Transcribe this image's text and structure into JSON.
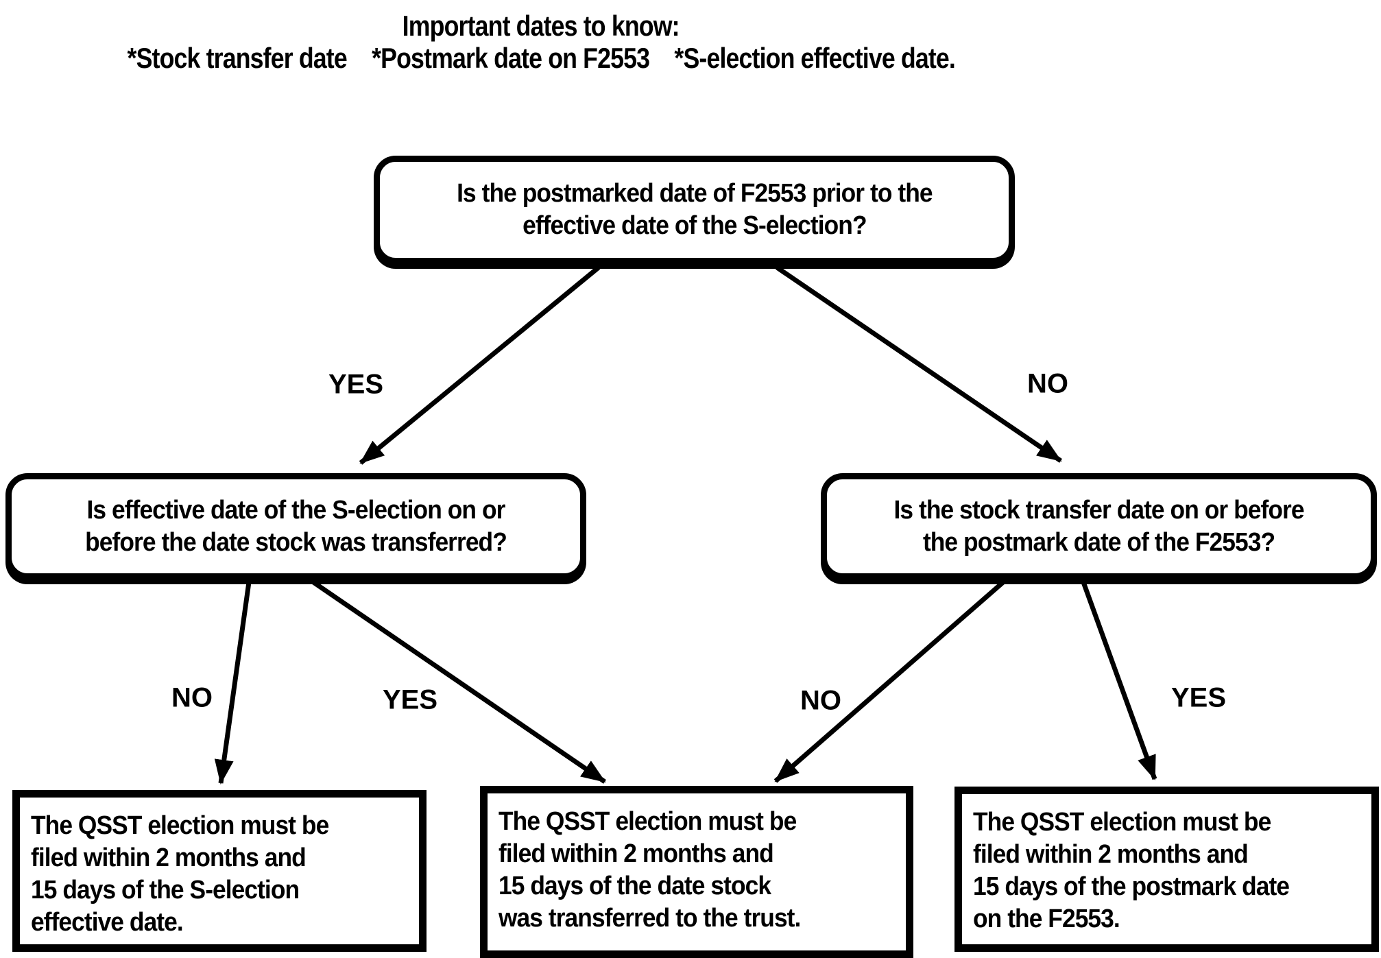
{
  "page": {
    "background": "#ffffff",
    "ink": "#000000"
  },
  "header": {
    "line1": "Important dates to know:",
    "line2": "*Stock transfer date    *Postmark date on F2553    *S-election effective date."
  },
  "flowchart": {
    "root_question": "Is the postmarked date of F2553 prior to the\neffective date of the S-election?",
    "left_question": "Is effective date of the S-election on or\nbefore the date stock was transferred?",
    "right_question": "Is the stock transfer date on or before\nthe postmark date of the F2553?",
    "outcome_left": "The QSST election must be\nfiled within 2 months and\n15 days of the S-election\neffective date.",
    "outcome_middle": "The QSST election must be\nfiled within 2 months and\n15 days of the date stock\nwas transferred to the trust.",
    "outcome_right": "The QSST election must be\nfiled within 2 months and\n15 days of the postmark date\non the F2553.",
    "labels": {
      "root_yes": "YES",
      "root_no": "NO",
      "left_no": "NO",
      "left_yes": "YES",
      "right_no": "NO",
      "right_yes": "YES"
    }
  }
}
